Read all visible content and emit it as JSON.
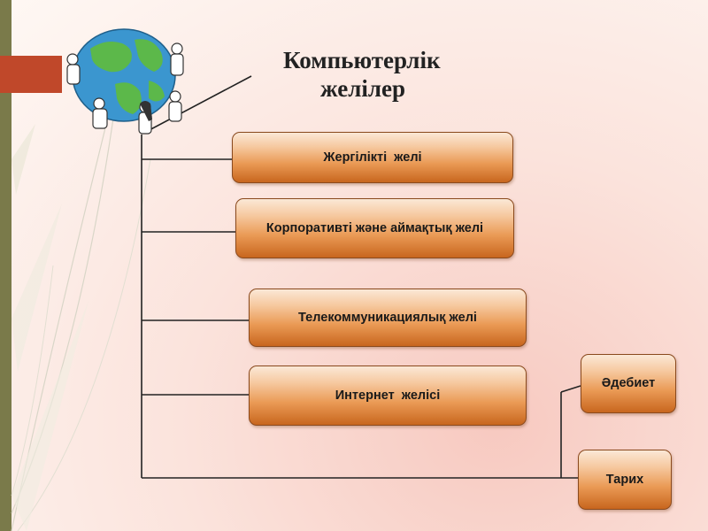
{
  "title": {
    "line1": "Компьютерлік",
    "line2": "желілер"
  },
  "items": [
    {
      "label": "Жергілікті  желі"
    },
    {
      "label": "Корпоративті және аймақтық желі"
    },
    {
      "label": "Телекоммуникациялық желі"
    },
    {
      "label": "Интернет  желісі"
    }
  ],
  "side_items": [
    {
      "label": "Әдебиет"
    },
    {
      "label": "Тарих"
    }
  ],
  "colors": {
    "accent_bar": "#7a7a4a",
    "accent_tab": "#c0482a",
    "box_fill": "#ea9a55",
    "box_border": "#8a4a1e"
  },
  "icons": {
    "clipart": "globe-people-icon"
  }
}
